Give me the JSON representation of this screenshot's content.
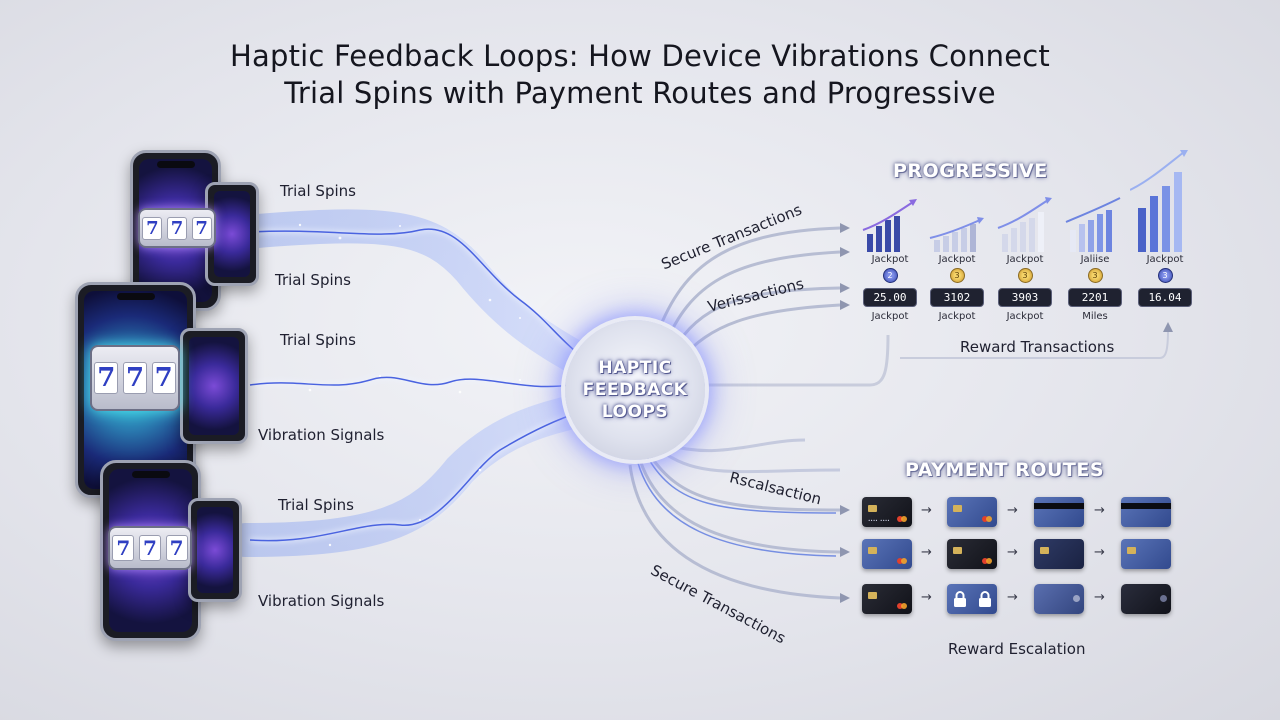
{
  "title_line1": "Haptic Feedback Loops: How Device Vibrations Connect",
  "title_line2": "Trial Spins with Payment Routes and Progressive",
  "hub_line1": "HAPTIC",
  "hub_line2": "FEEDBACK",
  "hub_line3": "LOOPS",
  "left_labels": {
    "l1": "Trial Spins",
    "l2": "Trial Spins",
    "l3": "Trial Spins",
    "l4": "Vibration Signals",
    "l5": "Trial Spins",
    "l6": "Vibration Signals"
  },
  "slot_symbol": "7",
  "flow_labels": {
    "upper1": "Secure Transactions",
    "upper2": "Verissactions",
    "lower1": "Rscalsaction",
    "lower2": "Secure Transactions"
  },
  "progressive": {
    "heading": "PROGRESSIVE",
    "items": [
      {
        "label": "Jackpot",
        "coin": "2",
        "value": "25.00",
        "sub": "Jackpot"
      },
      {
        "label": "Jackpot",
        "coin": "3",
        "value": "3102",
        "sub": "Jackpot"
      },
      {
        "label": "Jackpot",
        "coin": "3",
        "value": "3903",
        "sub": "Jackpot"
      },
      {
        "label": "Jaliise",
        "coin": "3",
        "value": "2201",
        "sub": "Miles"
      },
      {
        "label": "Jackpot",
        "coin": "3",
        "value": "16.04",
        "sub": ""
      }
    ],
    "reward_label": "Reward Transactions"
  },
  "payment": {
    "heading": "PAYMENT ROUTES",
    "footer": "Reward Escalation"
  },
  "colors": {
    "accent_blue": "#5a78e0",
    "glow_purple": "#8a5cf0",
    "glow_teal": "#3ad2e0"
  }
}
